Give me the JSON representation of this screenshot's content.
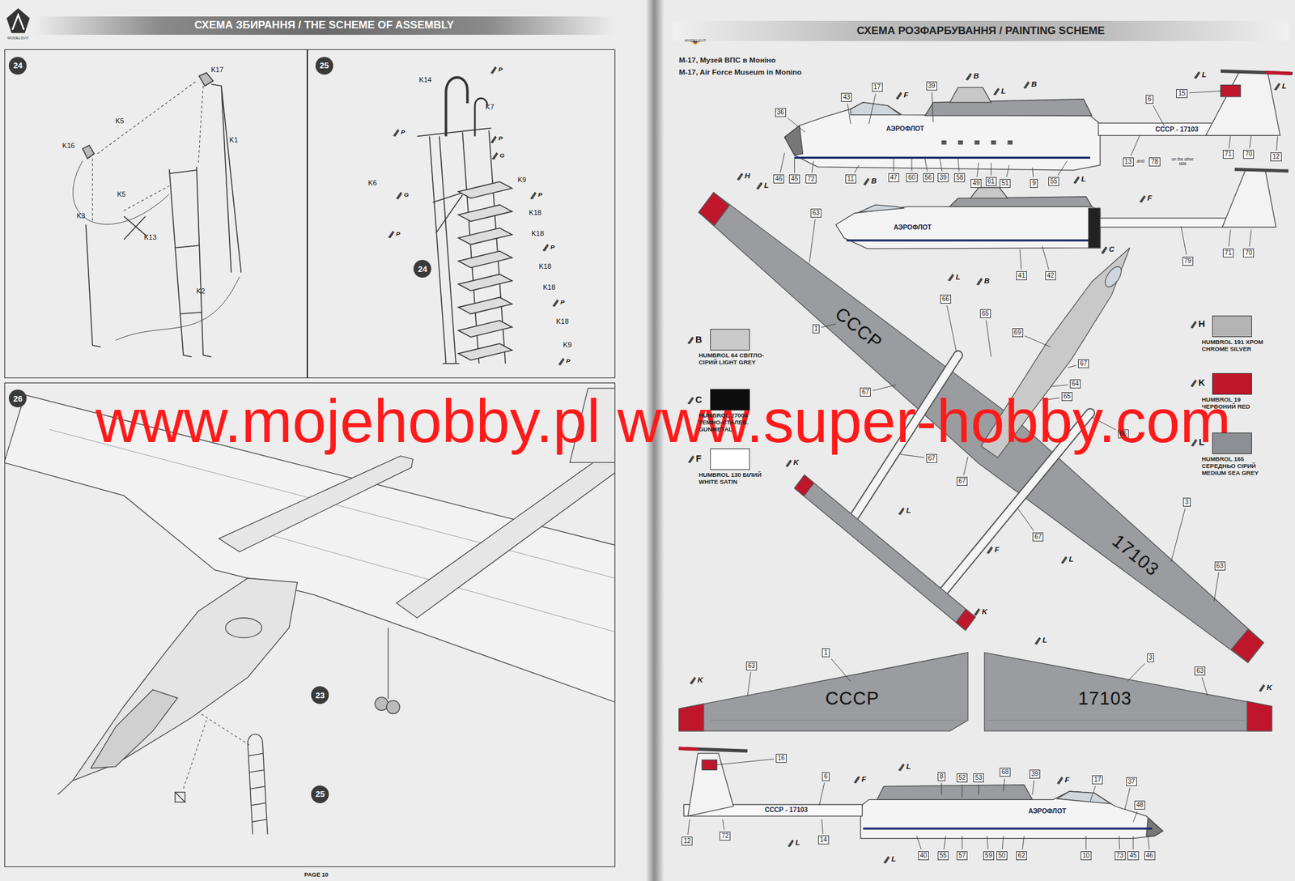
{
  "diagram": {
    "nodes": [
      {
        "text": [
          "СХЕМА ЗБИРАННЯ / THE SCHEME OF ASSEMBLY"
        ]
      },
      {
        "text": [
          "24"
        ]
      },
      {
        "text": [
          "25"
        ]
      },
      {
        "text": [
          "26"
        ]
      },
      {
        "text": [
          "24"
        ],
        "in": 2
      },
      {
        "text": [
          "23"
        ],
        "in": 3
      },
      {
        "text": [
          "25"
        ],
        "in": 3
      },
      {
        "text": [
          "СХЕМА РОЗФАРБУВАННЯ / PAINTING SCHEME"
        ]
      },
      {
        "text": [
          "36"
        ]
      },
      {
        "text": [
          "43"
        ]
      },
      {
        "text": [
          "17"
        ]
      },
      {
        "text": [
          "39"
        ]
      },
      {
        "text": [
          "6"
        ]
      },
      {
        "text": [
          "15"
        ]
      },
      {
        "text": [
          "13"
        ]
      },
      {
        "text": [
          "78"
        ]
      },
      {
        "text": [
          "71"
        ]
      },
      {
        "text": [
          "70"
        ]
      },
      {
        "text": [
          "12"
        ]
      },
      {
        "text": [
          "46"
        ]
      },
      {
        "text": [
          "45"
        ]
      },
      {
        "text": [
          "72"
        ]
      },
      {
        "text": [
          "11"
        ]
      },
      {
        "text": [
          "47"
        ]
      },
      {
        "text": [
          "60"
        ]
      },
      {
        "text": [
          "56"
        ]
      },
      {
        "text": [
          "39"
        ]
      },
      {
        "text": [
          "58"
        ]
      },
      {
        "text": [
          "49"
        ]
      },
      {
        "text": [
          "61"
        ]
      },
      {
        "text": [
          "51"
        ]
      },
      {
        "text": [
          "9"
        ]
      },
      {
        "text": [
          "55"
        ]
      },
      {
        "text": [
          "79"
        ]
      },
      {
        "text": [
          "71"
        ]
      },
      {
        "text": [
          "70"
        ]
      },
      {
        "text": [
          "41"
        ]
      },
      {
        "text": [
          "42"
        ]
      },
      {
        "text": [
          "63"
        ]
      },
      {
        "text": [
          "1"
        ]
      },
      {
        "text": [
          "66"
        ]
      },
      {
        "text": [
          "65"
        ]
      },
      {
        "text": [
          "69"
        ]
      },
      {
        "text": [
          "67"
        ]
      },
      {
        "text": [
          "64"
        ]
      },
      {
        "text": [
          "65"
        ]
      },
      {
        "text": [
          "67"
        ]
      },
      {
        "text": [
          "66"
        ]
      },
      {
        "text": [
          "67"
        ]
      },
      {
        "text": [
          "67"
        ]
      },
      {
        "text": [
          "67"
        ]
      },
      {
        "text": [
          "3"
        ]
      },
      {
        "text": [
          "63"
        ]
      },
      {
        "text": [
          "63"
        ]
      },
      {
        "text": [
          "1"
        ]
      },
      {
        "text": [
          "3"
        ]
      },
      {
        "text": [
          "63"
        ]
      },
      {
        "text": [
          "16"
        ]
      },
      {
        "text": [
          "6"
        ]
      },
      {
        "text": [
          "72"
        ]
      },
      {
        "text": [
          "12"
        ]
      },
      {
        "text": [
          "14"
        ]
      },
      {
        "text": [
          "8"
        ]
      },
      {
        "text": [
          "52"
        ]
      },
      {
        "text": [
          "53"
        ]
      },
      {
        "text": [
          "68"
        ]
      },
      {
        "text": [
          "39"
        ]
      },
      {
        "text": [
          "17"
        ]
      },
      {
        "text": [
          "37"
        ]
      },
      {
        "text": [
          "48"
        ]
      },
      {
        "text": [
          "40"
        ]
      },
      {
        "text": [
          "55"
        ]
      },
      {
        "text": [
          "57"
        ]
      },
      {
        "text": [
          "59"
        ]
      },
      {
        "text": [
          "50"
        ]
      },
      {
        "text": [
          "62"
        ]
      },
      {
        "text": [
          "10"
        ]
      },
      {
        "text": [
          "73"
        ]
      },
      {
        "text": [
          "45"
        ]
      },
      {
        "text": [
          "46"
        ]
      }
    ],
    "labels": [
      "MODELSVIT",
      "MODELSVIT",
      "M-17, Музей ВПС в Моніно",
      "M-17, Air Force Museum in Monino",
      "PAGE 10",
      "K17",
      "K5",
      "K16",
      "K1",
      "K5",
      "K3",
      "K13",
      "K2",
      "K14",
      "P",
      "K7",
      "P",
      "P",
      "G",
      "K6",
      "G",
      "K9",
      "P",
      "K18",
      "K18",
      "P",
      "P",
      "K18",
      "K18",
      "P",
      "K18",
      "K9",
      "P",
      "АЭРОФЛОТ",
      "СССР - 17103",
      "and",
      "on the other side",
      "АЭРОФЛОТ",
      "СССР",
      "17103",
      "СССР",
      "17103",
      "СССР - 17103",
      "АЭРОФЛОТ",
      "B",
      "L",
      "B",
      "F",
      "L",
      "L",
      "H",
      "L",
      "B",
      "L",
      "F",
      "C",
      "L",
      "B",
      "K",
      "L",
      "F",
      "L",
      "K",
      "L",
      "K",
      "K",
      "F",
      "L",
      "F",
      "L",
      "L",
      "B",
      "C",
      "F",
      "H",
      "K",
      "L",
      "www.mojehobby.pl www.super-hobby.com"
    ],
    "legend": [
      {
        "text": "HUMBROL 64 СВІТЛО-СІРИЙ LIGHT GREY",
        "color": "#c9c9c9"
      },
      {
        "text": "HUMBROL 27004 ТЕМНО-СТАЛЕВ. GUNMETAL",
        "color": "#0d0d0d"
      },
      {
        "text": "HUMBROL 130 БІЛИЙ WHITE SATIN",
        "color": "#ffffff"
      },
      {
        "text": "HUMBROL 191 ХРОМ CHROME SILVER",
        "color": "#b4b4b4"
      },
      {
        "text": "HUMBROL 19 ЧЕРВОНИЙ RED",
        "color": "#c0162b"
      },
      {
        "text": "HUMBROL 165 СЕРЕДНЬО СІРИЙ MEDIUM SEA GREY",
        "color": "#8c8f93"
      }
    ]
  }
}
